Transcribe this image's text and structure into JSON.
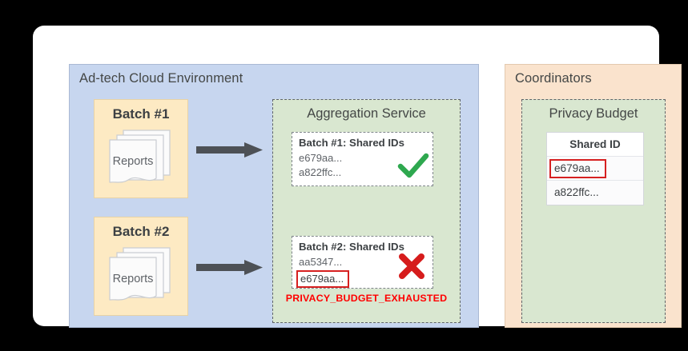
{
  "card": {
    "background": "#ffffff",
    "page_background": "#000000"
  },
  "adtech": {
    "title": "Ad-tech Cloud Environment",
    "color": "#c7d6ef",
    "batches": [
      {
        "label": "Batch #1",
        "icon": "documents-stack-icon",
        "icon_label": "Reports"
      },
      {
        "label": "Batch #2",
        "icon": "documents-stack-icon",
        "icon_label": "Reports"
      }
    ],
    "arrows": [
      {
        "name": "arrow-batch-1-to-aggregation"
      },
      {
        "name": "arrow-batch-2-to-aggregation"
      }
    ]
  },
  "aggregation": {
    "title": "Aggregation Service",
    "color": "#d9e7d0",
    "cards": [
      {
        "title": "Batch #1: Shared IDs",
        "ids": [
          "e679aa...",
          "a822ffc..."
        ],
        "flagged_id": null,
        "status_icon": "check-mark-icon",
        "status_color": "#2ea84f"
      },
      {
        "title": "Batch #2: Shared IDs",
        "ids": [
          "aa5347...",
          "e679aa..."
        ],
        "flagged_id": "e679aa...",
        "status_icon": "cross-mark-icon",
        "status_color": "#d61c1c"
      }
    ],
    "error_message": "PRIVACY_BUDGET_EXHAUSTED",
    "error_color": "#ff0000"
  },
  "coordinators": {
    "title": "Coordinators",
    "color": "#fae3cd",
    "privacy_budget": {
      "title": "Privacy Budget",
      "table": {
        "header": "Shared ID",
        "rows": [
          {
            "value": "e679aa...",
            "flagged": true
          },
          {
            "value": "a822ffc...",
            "flagged": false
          }
        ]
      }
    }
  },
  "colors": {
    "batch_box": "#fdeac3",
    "arrow": "#4d5156",
    "highlight_border": "#d62020",
    "text_primary": "#3c4043",
    "text_secondary": "#5f6368"
  }
}
